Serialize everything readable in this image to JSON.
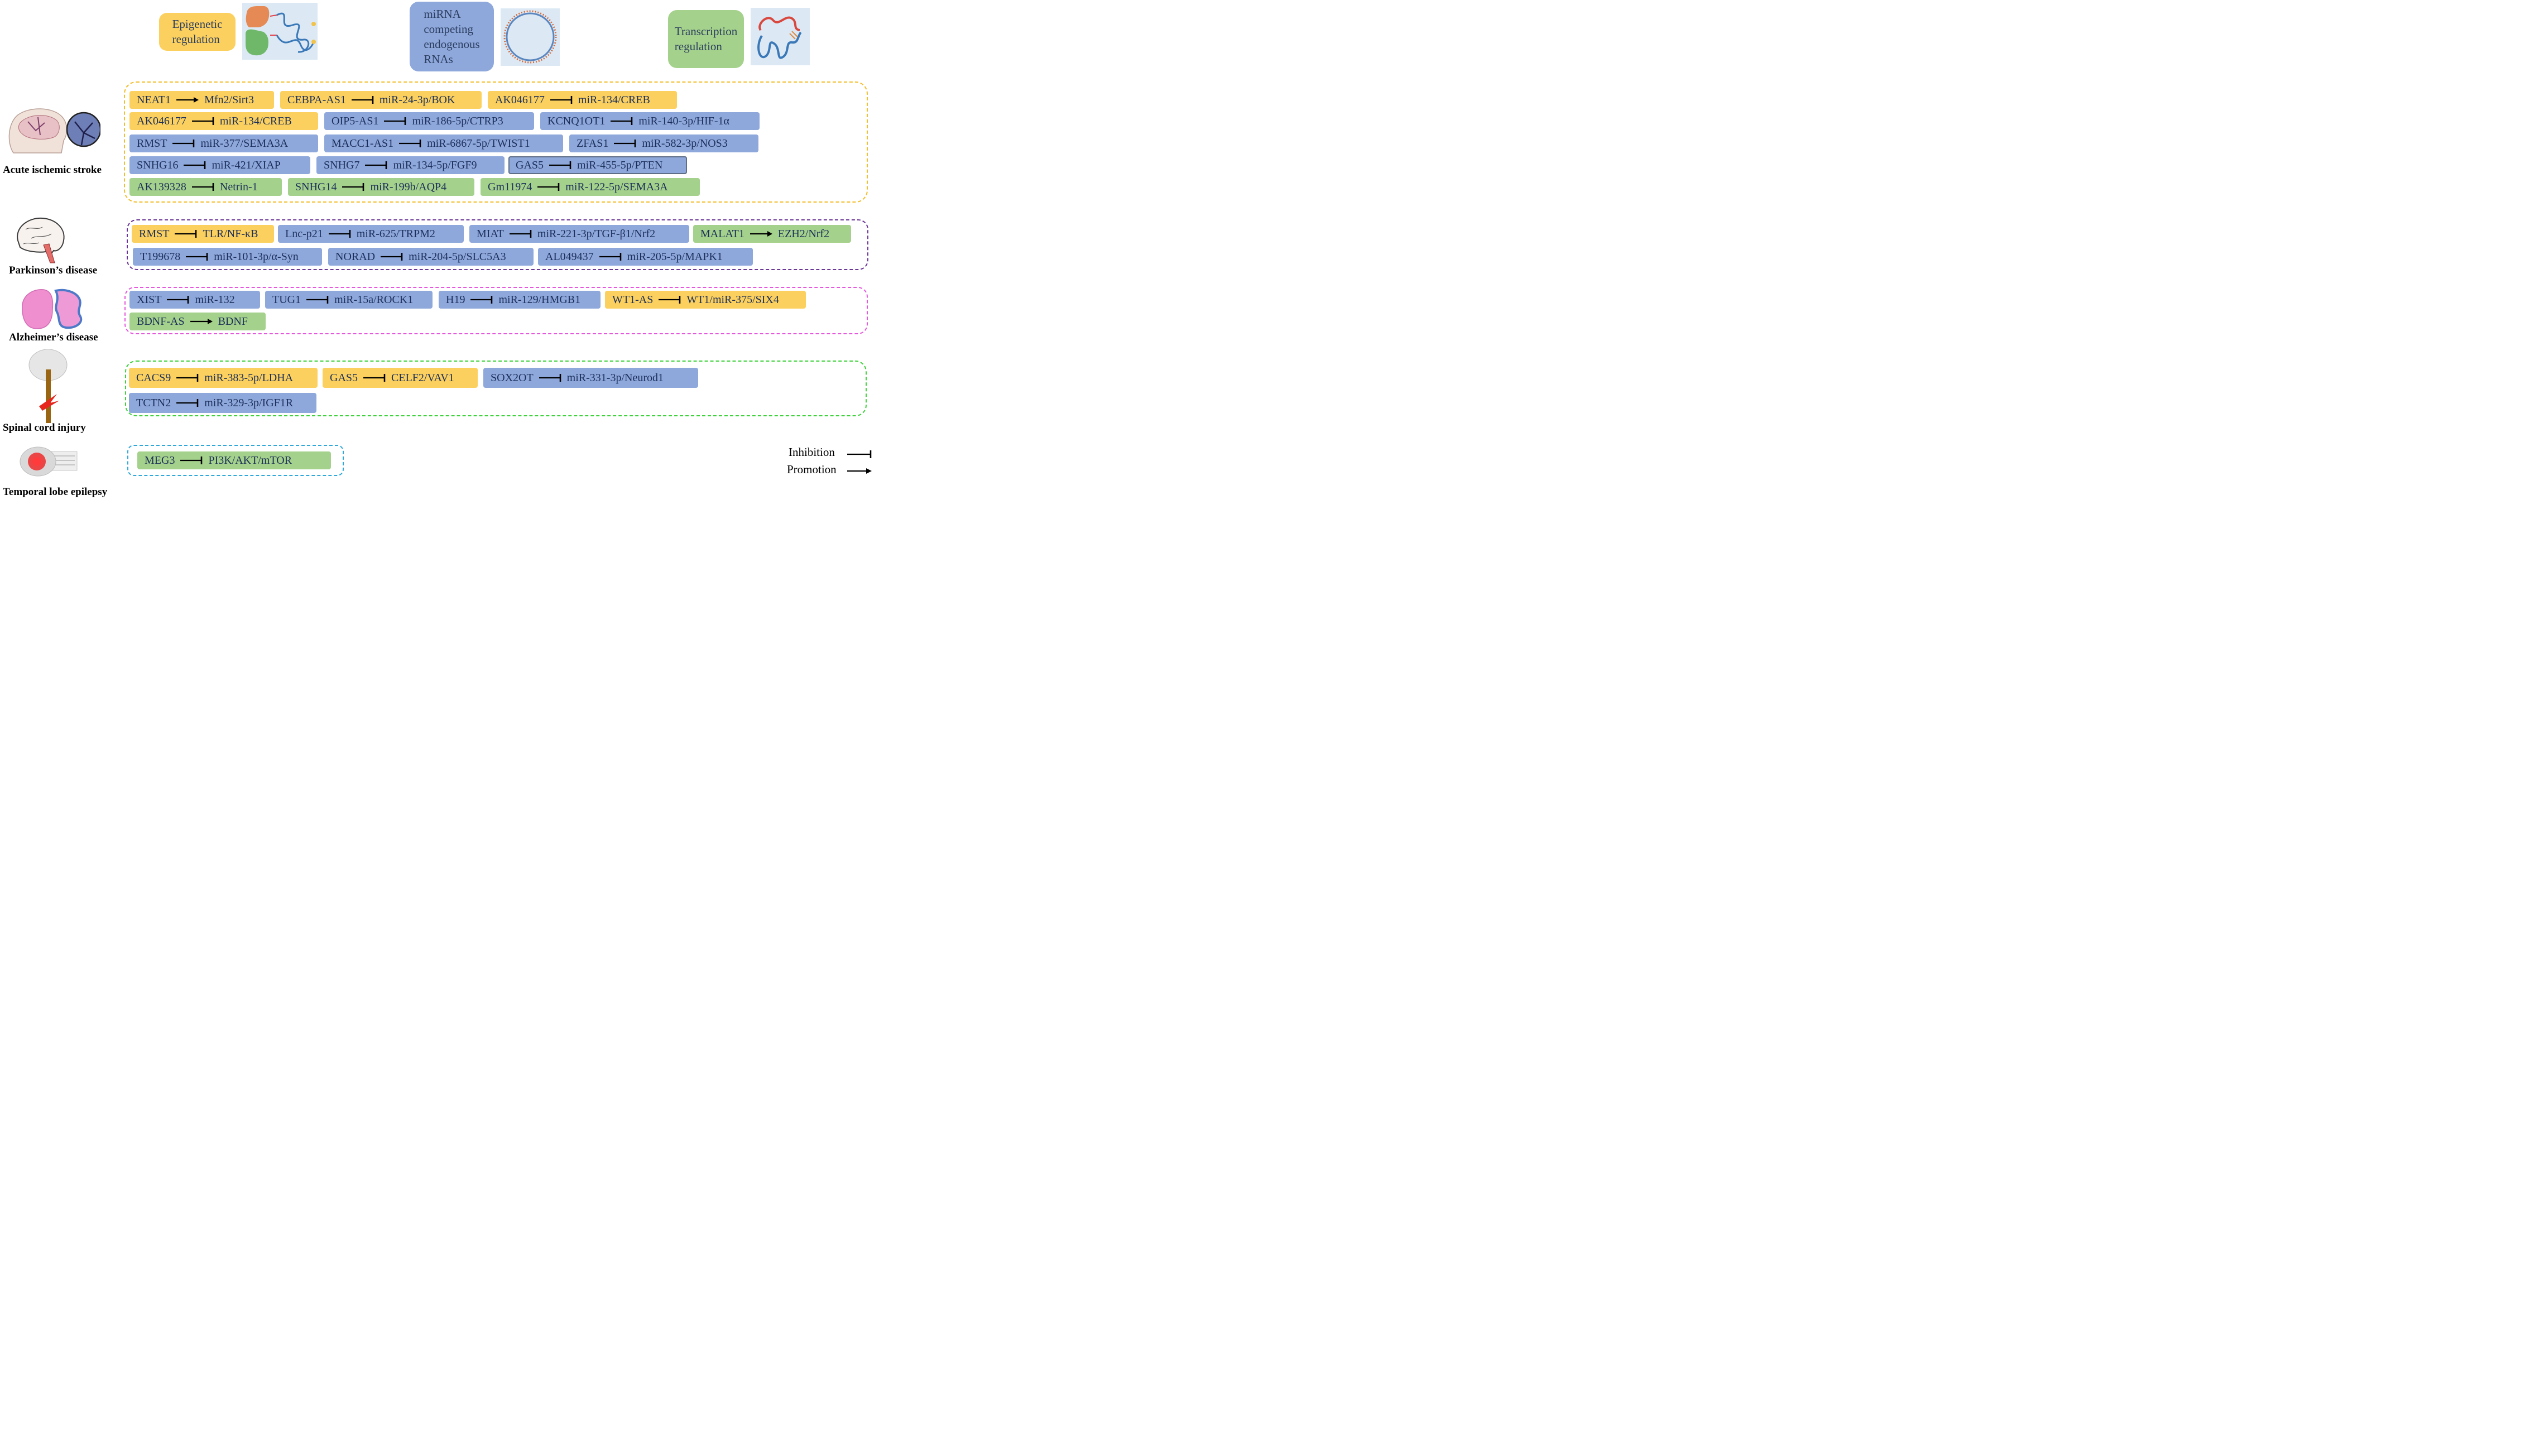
{
  "categories": {
    "epigenetic": {
      "label": "Epigenetic\nregulation",
      "color": "#fbd05e"
    },
    "mirna": {
      "label": "miRNA\ncompeting\nendogenous\nRNAs",
      "color": "#8ea8dc"
    },
    "transcription": {
      "label": "Transcription\nregulation",
      "color": "#a4d18b"
    }
  },
  "diseases": {
    "stroke": {
      "label": "Acute ischemic stroke",
      "border_color": "#f2be2b"
    },
    "parkinson": {
      "label": "Parkinson’s disease",
      "border_color": "#6b3596"
    },
    "alzheimer": {
      "label": "Alzheimer’s disease",
      "border_color": "#e457dc"
    },
    "spinal": {
      "label": "Spinal cord injury",
      "border_color": "#3dd13a"
    },
    "epilepsy": {
      "label": "Temporal lobe epilepsy",
      "border_color": "#2ea7d9"
    }
  },
  "items": {
    "s1": {
      "left": "NEAT1",
      "right": "Mfn2/Sirt3"
    },
    "s2": {
      "left": "CEBPA-AS1",
      "right": "miR-24-3p/BOK"
    },
    "s3": {
      "left": "AK046177",
      "right": "miR-134/CREB"
    },
    "s4": {
      "left": "AK046177",
      "right": "miR-134/CREB"
    },
    "s5": {
      "left": "OIP5-AS1",
      "right": "miR-186-5p/CTRP3"
    },
    "s6": {
      "left": "KCNQ1OT1",
      "right": "miR-140-3p/HIF-1α"
    },
    "s7": {
      "left": "RMST",
      "right": "miR-377/SEMA3A"
    },
    "s8": {
      "left": "MACC1-AS1",
      "right": "miR-6867-5p/TWIST1"
    },
    "s9": {
      "left": "ZFAS1",
      "right": "miR-582-3p/NOS3"
    },
    "s10": {
      "left": "SNHG16",
      "right": "miR-421/XIAP"
    },
    "s11": {
      "left": "SNHG7",
      "right": "miR-134-5p/FGF9"
    },
    "s12": {
      "left": "GAS5",
      "right": "miR-455-5p/PTEN"
    },
    "s13": {
      "left": "AK139328",
      "right": "Netrin-1"
    },
    "s14": {
      "left": "SNHG14",
      "right": "miR-199b/AQP4"
    },
    "s15": {
      "left": "Gm11974",
      "right": "miR-122-5p/SEMA3A"
    },
    "p1": {
      "left": "RMST",
      "right": "TLR/NF-κB"
    },
    "p2": {
      "left": "Lnc-p21",
      "right": "miR-625/TRPM2"
    },
    "p3": {
      "left": "MIAT",
      "right": "miR-221-3p/TGF-β1/Nrf2"
    },
    "p4": {
      "left": "MALAT1",
      "right": "EZH2/Nrf2"
    },
    "p5": {
      "left": "T199678",
      "right": "miR-101-3p/α-Syn"
    },
    "p6": {
      "left": "NORAD",
      "right": "miR-204-5p/SLC5A3"
    },
    "p7": {
      "left": "AL049437",
      "right": "miR-205-5p/MAPK1"
    },
    "a1": {
      "left": "XIST",
      "right": "miR-132"
    },
    "a2": {
      "left": "TUG1",
      "right": "miR-15a/ROCK1"
    },
    "a3": {
      "left": "H19",
      "right": "miR-129/HMGB1"
    },
    "a4": {
      "left": "WT1-AS",
      "right": "WT1/miR-375/SIX4"
    },
    "a5": {
      "left": "BDNF-AS",
      "right": "BDNF"
    },
    "c1": {
      "left": "CACS9",
      "right": "miR-383-5p/LDHA"
    },
    "c2": {
      "left": "GAS5",
      "right": "CELF2/VAV1"
    },
    "c3": {
      "left": "SOX2OT",
      "right": "miR-331-3p/Neurod1"
    },
    "c4": {
      "left": "TCTN2",
      "right": "miR-329-3p/IGF1R"
    },
    "e1": {
      "left": "MEG3",
      "right": "PI3K/AKT/mTOR"
    }
  },
  "legend": {
    "inhibition": "Inhibition",
    "promotion": "Promotion"
  }
}
